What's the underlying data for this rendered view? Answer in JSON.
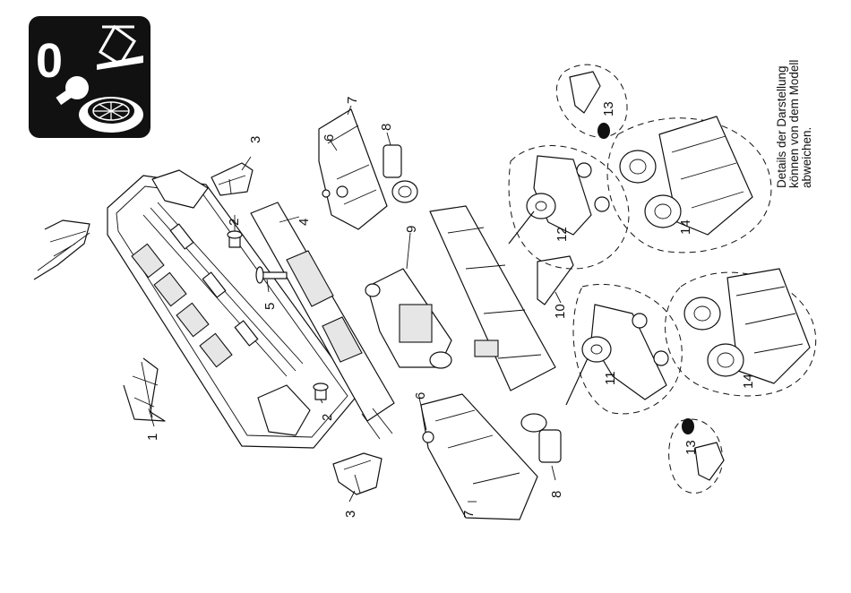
{
  "icon": {
    "digit": "0"
  },
  "parts": {
    "p1": "1",
    "p2a": "2",
    "p2b": "2",
    "p3a": "3",
    "p3b": "3",
    "p4": "4",
    "p5": "5",
    "p6a": "6",
    "p6b": "6",
    "p7a": "7",
    "p7b": "7",
    "p8a": "8",
    "p8b": "8",
    "p9": "9",
    "p10": "10",
    "p11": "11",
    "p12": "12",
    "p13a": "13",
    "p13b": "13",
    "p14a": "14",
    "p14b": "14"
  },
  "note": {
    "line1": "Details der Darstellung",
    "line2": "können von dem Modell",
    "line3": "abweichen."
  }
}
